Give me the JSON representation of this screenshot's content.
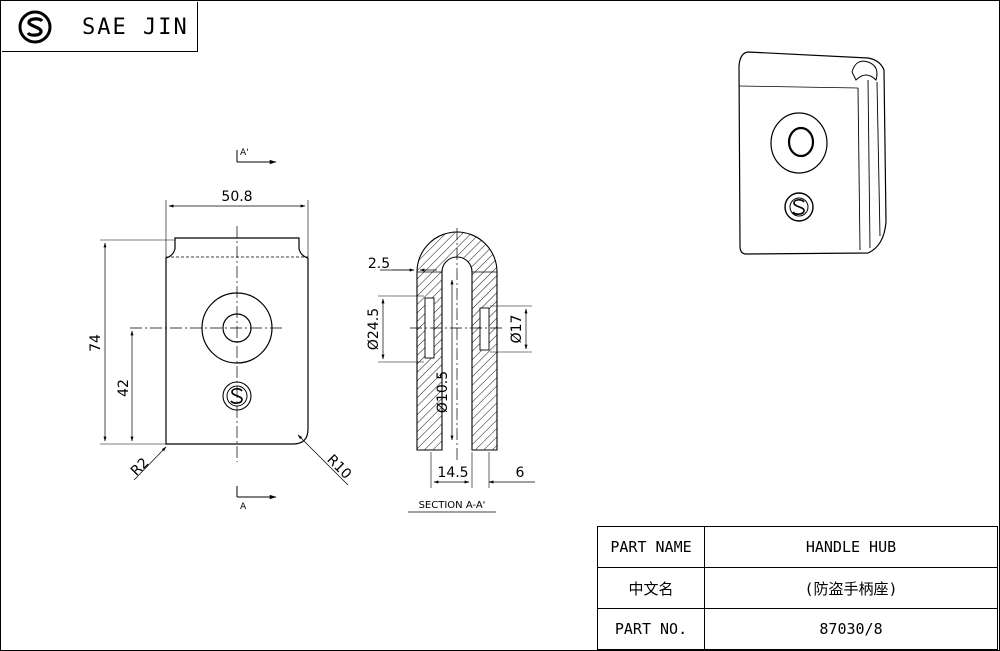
{
  "brand": {
    "name": "SAE JIN",
    "logo_icon": "sj-logo-icon"
  },
  "front_view": {
    "section_label_top": "A'",
    "section_label_bottom": "A",
    "dim_width": "50.8",
    "dim_height": "74",
    "dim_hole_height": "42",
    "dim_radius_small": "R2",
    "dim_radius_large": "R10"
  },
  "section_view": {
    "dim_wall": "2.5",
    "dim_outer_dia": "Ø24.5",
    "dim_inner_dia": "Ø10.5",
    "dim_recess_dia": "Ø17",
    "dim_bottom_left": "14.5",
    "dim_bottom_right": "6",
    "caption": "SECTION A-A'"
  },
  "info_table": [
    {
      "key": "PART NAME",
      "value": "HANDLE HUB"
    },
    {
      "key": "中文名",
      "value": "(防盗手柄座)"
    },
    {
      "key": "PART NO.",
      "value": "87030/8"
    }
  ]
}
